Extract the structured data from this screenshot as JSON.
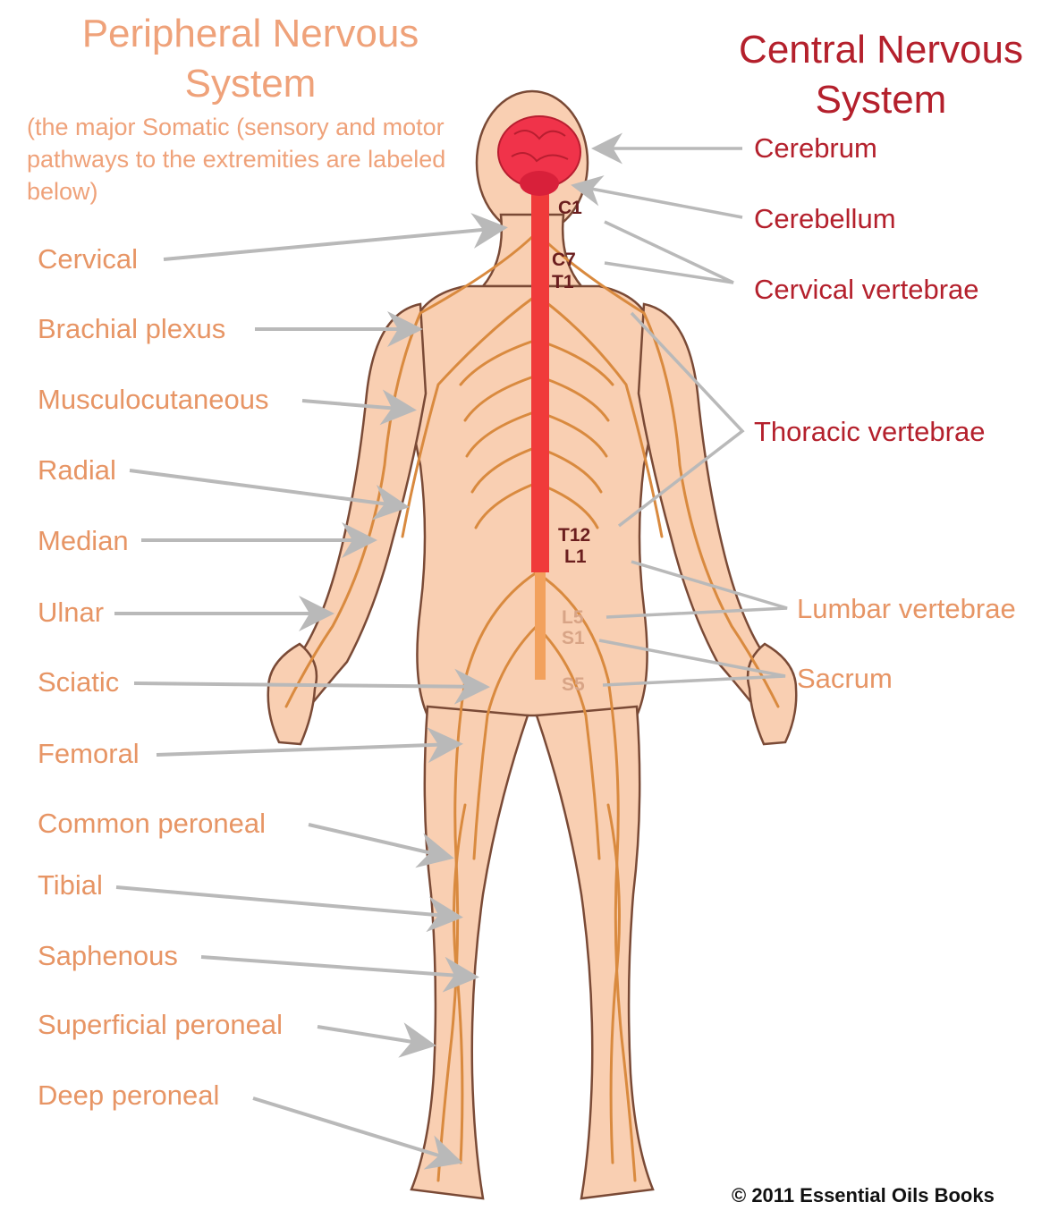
{
  "peripheral": {
    "title": "Peripheral Nervous System",
    "subtitle": "(the major Somatic (sensory and motor pathways to the extremities are labeled below)",
    "labels": [
      "Cervical",
      "Brachial plexus",
      "Musculocutaneous",
      "Radial",
      "Median",
      "Ulnar",
      "Sciatic",
      "Femoral",
      "Common peroneal",
      "Tibial",
      "Saphenous",
      "Superficial peroneal",
      "Deep peroneal"
    ]
  },
  "central": {
    "title": "Central Nervous System",
    "labels": [
      "Cerebrum",
      "Cerebellum",
      "Cervical vertebrae",
      "Thoracic vertebrae",
      "Lumbar vertebrae",
      "Sacrum"
    ]
  },
  "spinal_markers": [
    "C1",
    "C7",
    "T1",
    "T12",
    "L1",
    "L5",
    "S1",
    "S5"
  ],
  "copyright": "© 2011 Essential Oils Books",
  "colors": {
    "skin": "#f9cfb2",
    "skin_outline": "#7a4a36",
    "nerve": "#d98a3f",
    "spinal_cord": "#f03a3a",
    "brain": "#f0334a",
    "arrow": "#b9b9b9",
    "peripheral_text": "#e79565",
    "central_text": "#b4202c"
  }
}
